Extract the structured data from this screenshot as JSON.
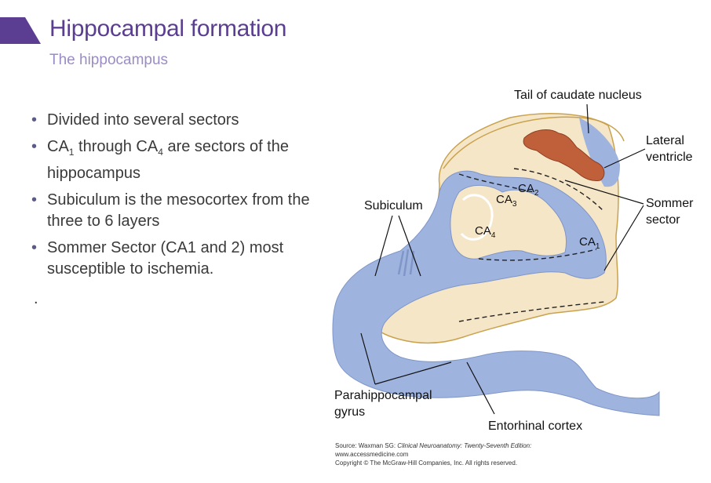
{
  "slide": {
    "title": "Hippocampal formation",
    "subtitle": "The hippocampus",
    "accent_color": "#5b3d92",
    "bullets": [
      {
        "parts": [
          "Divided into several sectors"
        ]
      },
      {
        "parts": [
          "CA",
          "1",
          " through CA",
          "4",
          " are sectors of the hippocampus"
        ]
      },
      {
        "parts": [
          "Subiculum is the mesocortex from the three to 6 layers"
        ]
      },
      {
        "parts": [
          "Sommer Sector (CA1 and 2) most susceptible to ischemia."
        ]
      }
    ],
    "stray_mark": "."
  },
  "figure": {
    "labels": {
      "tail_caudate": "Tail of caudate nucleus",
      "lateral_ventricle_1": "Lateral",
      "lateral_ventricle_2": "ventricle",
      "subiculum": "Subiculum",
      "sommer_1": "Sommer",
      "sommer_2": "sector",
      "parahippocampal_1": "Parahippocampal",
      "parahippocampal_2": "gyrus",
      "entorhinal": "Entorhinal cortex"
    },
    "regions": {
      "ca1": {
        "base": "CA",
        "sub": "1"
      },
      "ca2": {
        "base": "CA",
        "sub": "2"
      },
      "ca3": {
        "base": "CA",
        "sub": "3"
      },
      "ca4": {
        "base": "CA",
        "sub": "4"
      }
    },
    "colors": {
      "gray_matter": "#9fb3df",
      "white_matter": "#f6e6c8",
      "caudate": "#c0603a",
      "outline": "#c9a24e"
    },
    "source": {
      "line1_prefix": "Source: Waxman SG: ",
      "line1_italic": "Clinical Neuroanatomy: Twenty-Seventh Edition:",
      "line2": "www.accessmedicine.com",
      "line3": "Copyright © The McGraw-Hill Companies, Inc. All rights reserved."
    }
  }
}
